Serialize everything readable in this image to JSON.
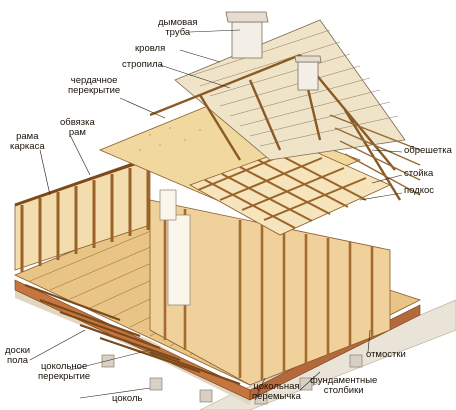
{
  "diagram": {
    "labels": {
      "chimney": [
        "дымовая",
        "труба"
      ],
      "roof": "кровля",
      "rafter": "стропила",
      "attic_floor": [
        "чердачное",
        "перекрытие"
      ],
      "frame_binding": [
        "обвязка",
        "рам"
      ],
      "frame": [
        "рама",
        "каркаса"
      ],
      "batten": "обрешетка",
      "post": "стойка",
      "brace": "подкос",
      "blind_area": "отмостки",
      "floor_boards": [
        "доски",
        "пола"
      ],
      "basement_floor": [
        "цокольное",
        "перекрытие"
      ],
      "plinth": "цоколь",
      "plinth_beam": [
        "цокольная",
        "перемычка"
      ],
      "foundation_posts": [
        "фундаментные",
        "столбики"
      ]
    }
  }
}
